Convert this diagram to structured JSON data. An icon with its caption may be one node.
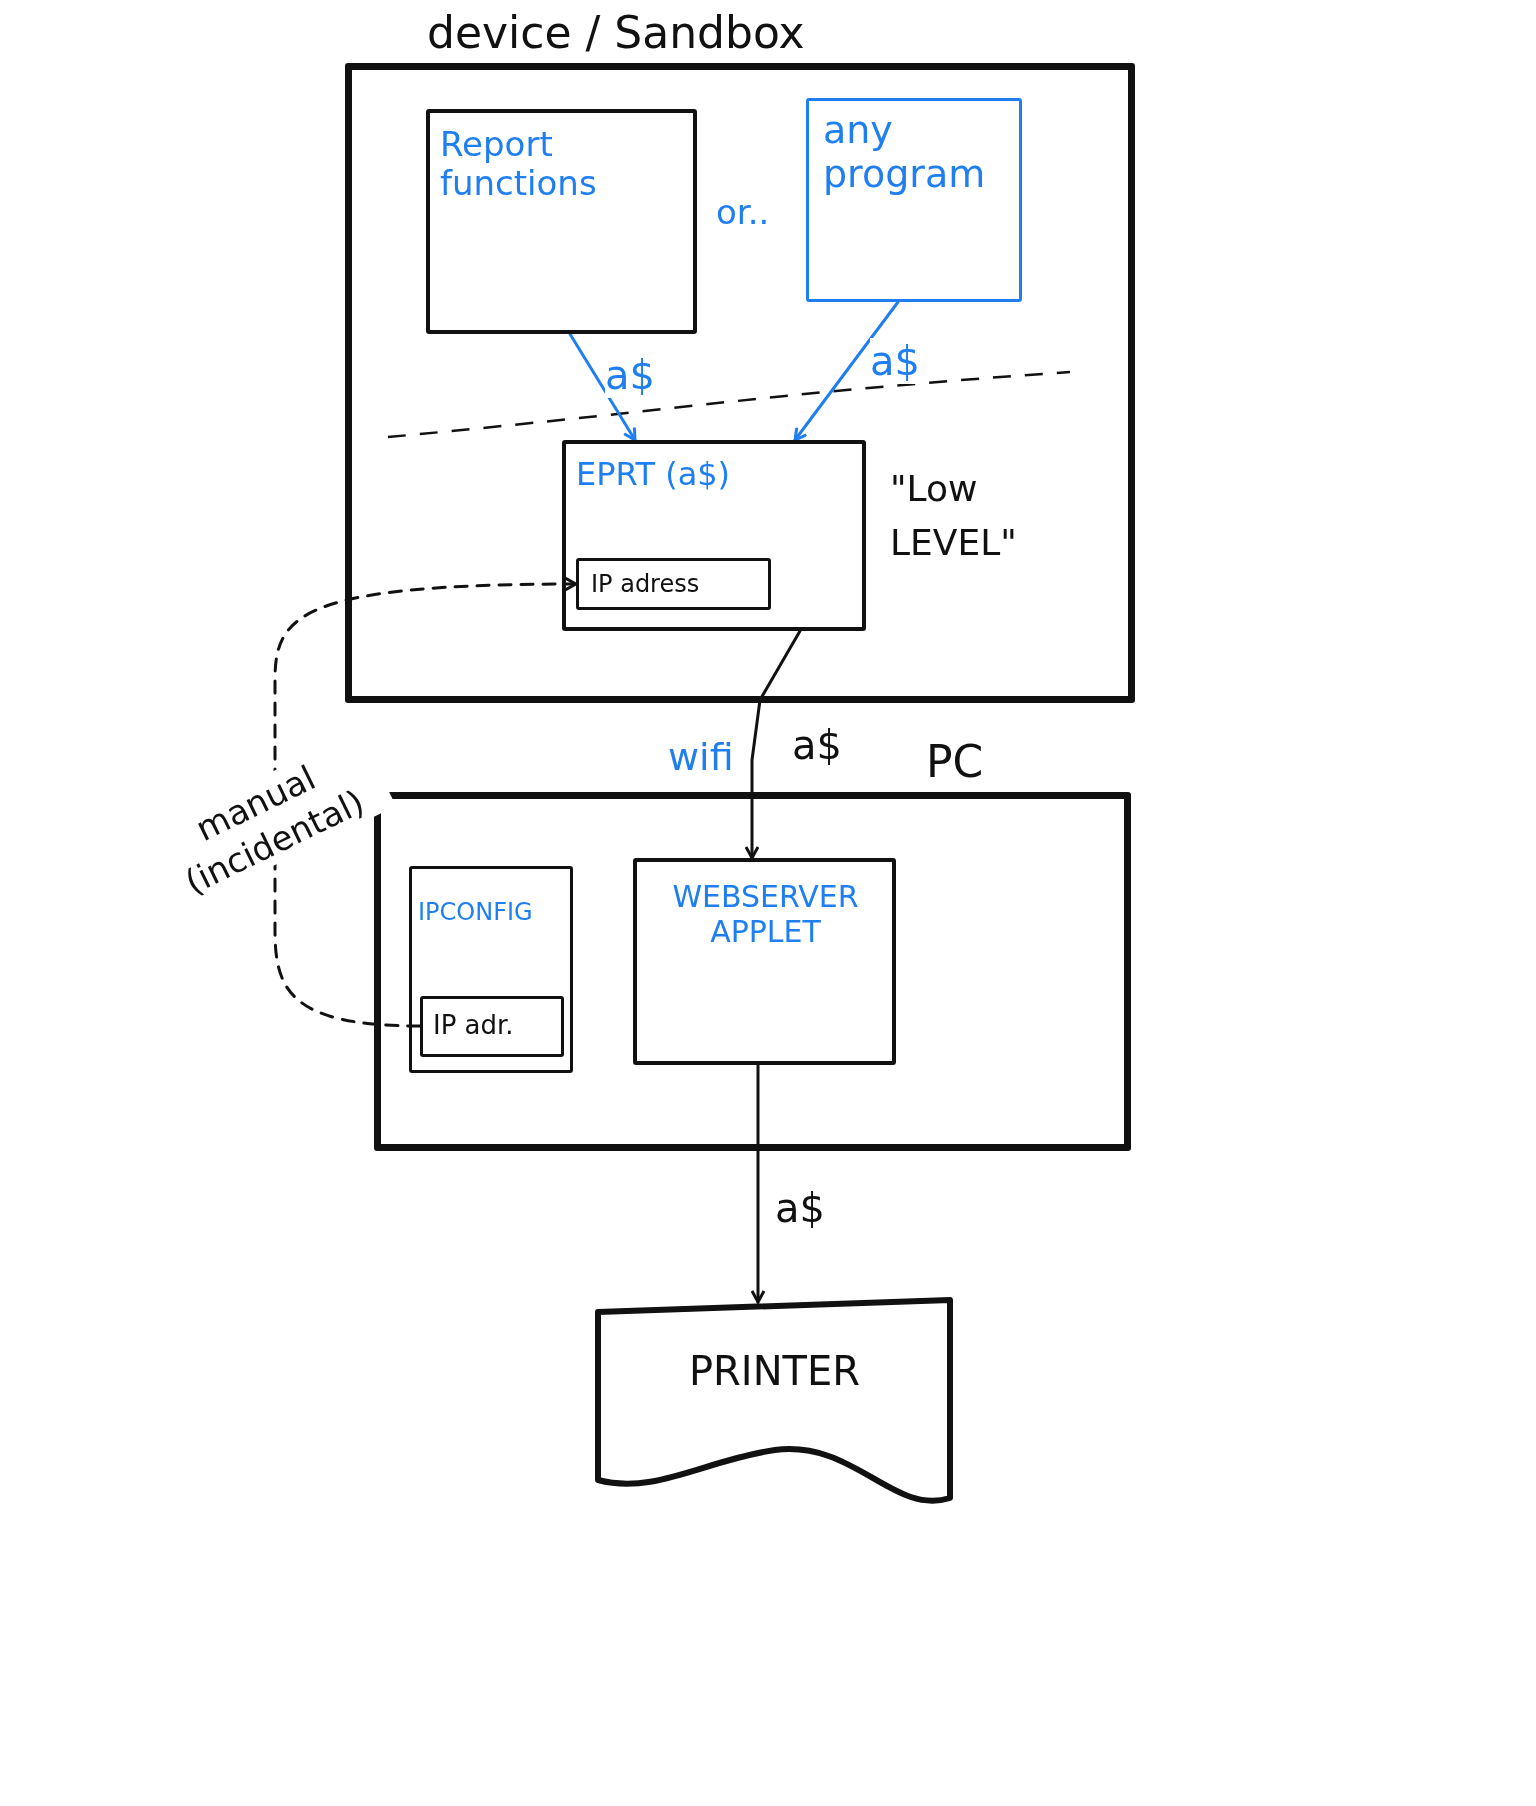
{
  "diagram": {
    "nodes": [
      {
        "text": [
          "device / Sandbox"
        ]
      },
      {
        "text": [
          "Report functions"
        ],
        "in": 0
      },
      {
        "text": [
          "any program"
        ],
        "in": 0
      },
      {
        "text": [
          "EPRT (a$)"
        ],
        "in": 0
      },
      {
        "text": [
          "IP adress"
        ],
        "in": 3
      },
      {
        "text": [
          "PC"
        ]
      },
      {
        "text": [
          "IPCONFIG"
        ],
        "in": 5
      },
      {
        "text": [
          "IP adr."
        ],
        "in": 6
      },
      {
        "text": [
          "WEBSERVER APPLET"
        ],
        "in": 5
      },
      {
        "text": [
          "PRINTER"
        ]
      }
    ],
    "edges": [
      {
        "from": 1,
        "to": 3,
        "arrow": "to",
        "label": "a$",
        "color": "#1f7ff0"
      },
      {
        "from": 2,
        "to": 3,
        "arrow": "to",
        "label": "a$",
        "color": "#1f7ff0"
      },
      {
        "from": 3,
        "to": 8,
        "arrow": "to",
        "label": "a$"
      },
      {
        "from": 8,
        "to": 9,
        "arrow": "to",
        "label": "a$"
      },
      {
        "from": 7,
        "to": 4,
        "arrow": "to",
        "label": "manual (incidental)",
        "style": "dashed"
      }
    ],
    "labels": [
      "or..",
      "\"Low LEVEL\"",
      "wifi"
    ]
  }
}
